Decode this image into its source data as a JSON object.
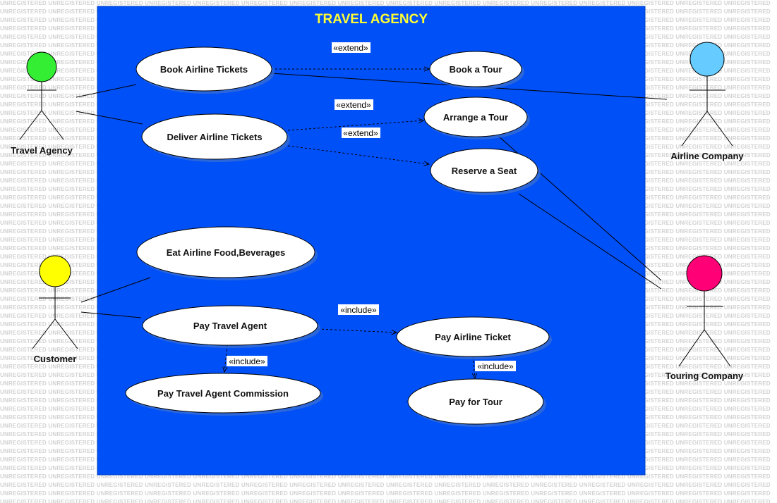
{
  "watermark": "UNREGISTERED",
  "system": {
    "title": "TRAVEL AGENCY",
    "fill": "#0050f8",
    "title_color": "#ffff33"
  },
  "actors": {
    "travel_agency": {
      "label": "Travel Agency",
      "color": "#33ee33"
    },
    "customer": {
      "label": "Customer",
      "color": "#ffff00"
    },
    "airline_company": {
      "label": "Airline Company",
      "color": "#66ccff"
    },
    "touring_company": {
      "label": "Touring Company",
      "color": "#ff0077"
    }
  },
  "use_cases": {
    "book_airline_tickets": "Book Airline Tickets",
    "book_a_tour": "Book a Tour",
    "deliver_airline_tickets": "Deliver Airline Tickets",
    "arrange_a_tour": "Arrange a Tour",
    "reserve_a_seat": "Reserve a Seat",
    "eat_airline_food": "Eat Airline Food,Beverages",
    "pay_travel_agent": "Pay Travel Agent",
    "pay_airline_ticket": "Pay Airline Ticket",
    "pay_travel_agent_commission": "Pay Travel Agent Commission",
    "pay_for_tour": "Pay for Tour"
  },
  "stereotypes": {
    "extend_book_tour": "«extend»",
    "extend_arrange_tour": "«extend»",
    "extend_reserve_seat": "«extend»",
    "include_pay_airline": "«include»",
    "include_commission": "«include»",
    "include_pay_tour": "«include»"
  }
}
